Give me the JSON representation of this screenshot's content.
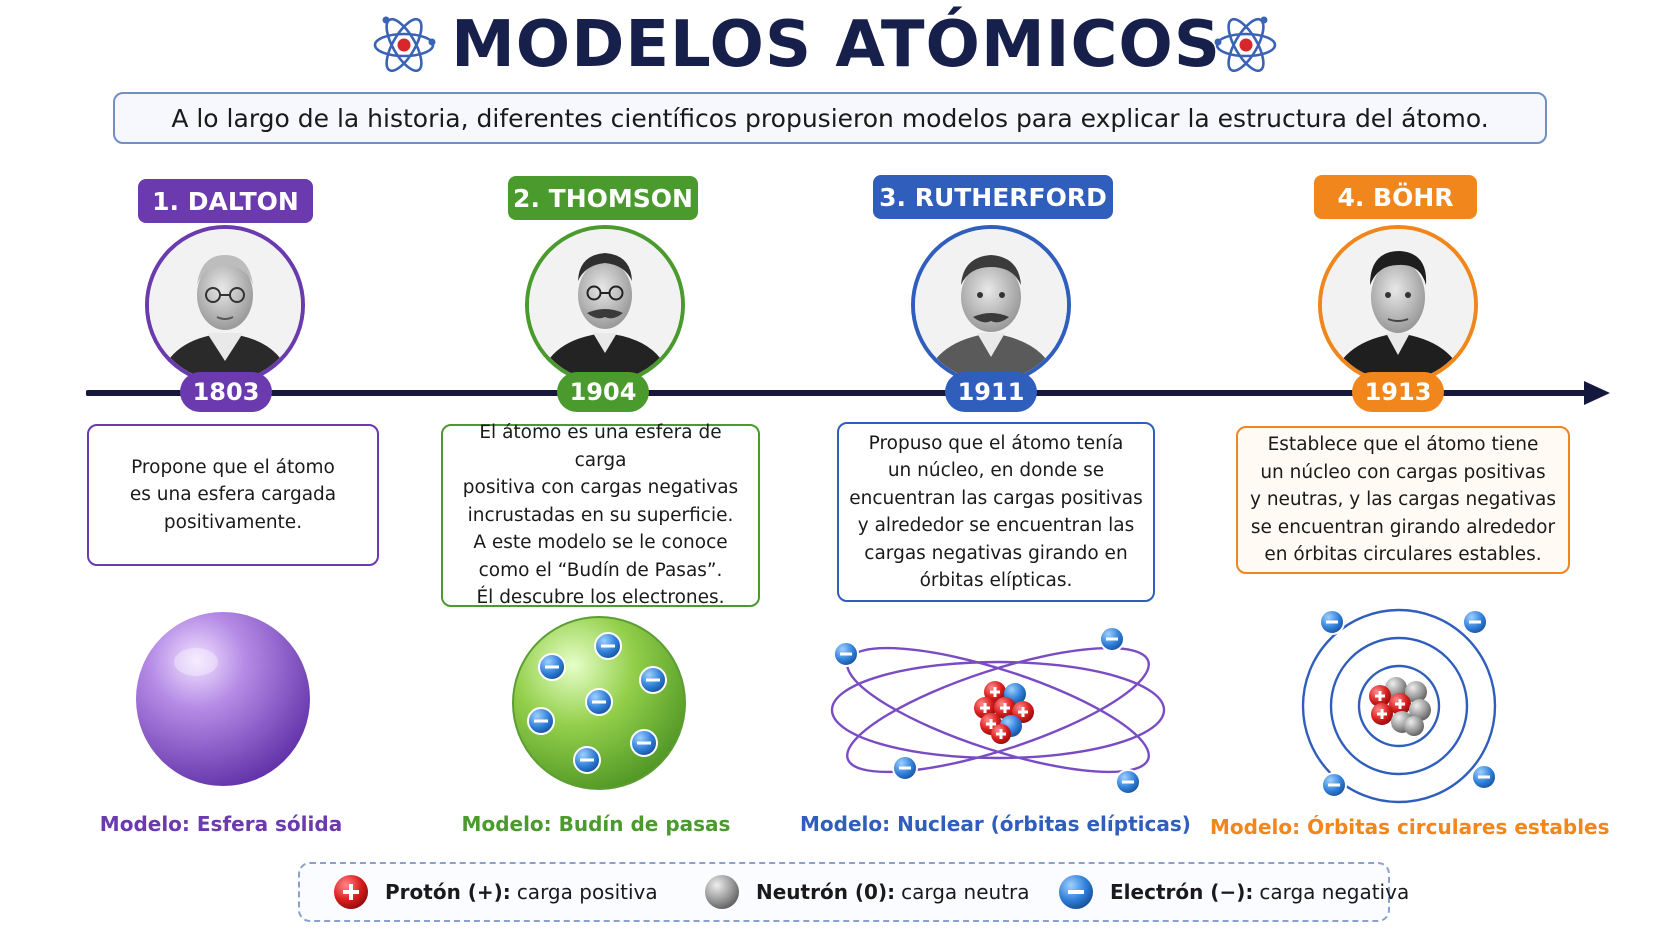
{
  "title": "MODELOS ATÓMICOS",
  "subtitle": "A lo largo de la historia, diferentes científicos propusieron modelos para explicar la estructura del átomo.",
  "models": [
    {
      "badge": "1. DALTON",
      "year": "1803",
      "color": "#6a3aae",
      "description": "Propone que el átomo\nes una esfera cargada\npositivamente.",
      "model_label": "Modelo: Esfera sólida"
    },
    {
      "badge": "2. THOMSON",
      "year": "1904",
      "color": "#4a9a2e",
      "description": "El átomo es una esfera de carga\npositiva con cargas negativas\nincrustadas en su superficie.\nA este modelo se le conoce\ncomo el “Budín de Pasas”.\nÉl descubre los electrones.",
      "model_label": "Modelo: Budín de pasas"
    },
    {
      "badge": "3. RUTHERFORD",
      "year": "1911",
      "color": "#2f5ebd",
      "description": "Propuso que el átomo tenía\nun núcleo, en donde se\nencuentran las cargas positivas\ny alrededor se encuentran las\ncargas negativas girando en\nórbitas elípticas.",
      "model_label": "Modelo: Nuclear (órbitas elípticas)"
    },
    {
      "badge": "4. BÖHR",
      "year": "1913",
      "color": "#f0861c",
      "description": "Establece que el átomo tiene\nun núcleo con cargas positivas\ny neutras, y las cargas negativas\nse encuentran girando alrededor\nen órbitas circulares estables.",
      "model_label": "Modelo: Órbitas circulares estables"
    }
  ],
  "legend": [
    {
      "icon": "proton-icon",
      "term": "Protón (+):",
      "text": "carga positiva"
    },
    {
      "icon": "neutron-icon",
      "term": "Neutrón (0):",
      "text": "carga neutra"
    },
    {
      "icon": "electron-icon",
      "term": "Electrón (−):",
      "text": "carga negativa"
    }
  ]
}
